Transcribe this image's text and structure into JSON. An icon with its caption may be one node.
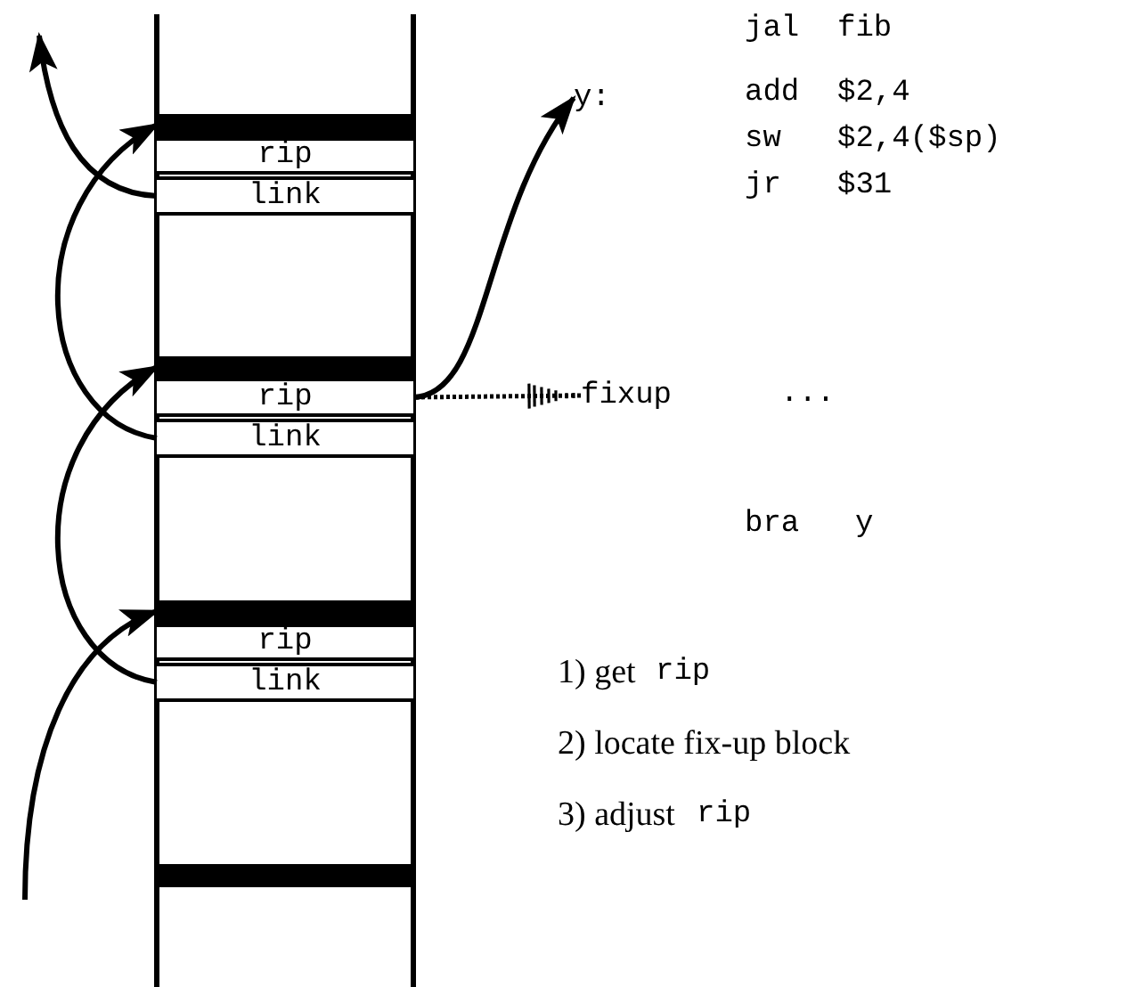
{
  "diagram": {
    "nodes": [
      {
        "text": [],
        "shape": "bar"
      },
      {
        "text": [
          "rip"
        ]
      },
      {
        "text": [
          "link"
        ]
      },
      {
        "text": [],
        "shape": "bar"
      },
      {
        "text": [
          "rip"
        ]
      },
      {
        "text": [
          "link"
        ]
      },
      {
        "text": [],
        "shape": "bar"
      },
      {
        "text": [
          "rip"
        ]
      },
      {
        "text": [
          "link"
        ]
      },
      {
        "text": [],
        "shape": "bar"
      },
      {
        "text": [
          "y:"
        ]
      },
      {
        "text": [
          "fixup"
        ]
      }
    ],
    "edges": [
      {
        "from": null,
        "to": 6,
        "arrow": "to"
      },
      {
        "from": 8,
        "to": 3,
        "arrow": "to"
      },
      {
        "from": 5,
        "to": 0,
        "arrow": "to"
      },
      {
        "from": 2,
        "to": null,
        "arrow": "to"
      },
      {
        "from": 4,
        "to": 10,
        "arrow": "to"
      },
      {
        "from": 11,
        "to": 4,
        "arrow": "other",
        "style": "dashed"
      }
    ],
    "labels": [
      "jal",
      "fib",
      "add",
      "$2,4",
      "sw",
      "$2,4($sp)",
      "jr",
      "$31",
      "...",
      "bra",
      "y",
      "1) get",
      "rip",
      "2) locate fix-up block",
      "3) adjust",
      "rip"
    ]
  }
}
